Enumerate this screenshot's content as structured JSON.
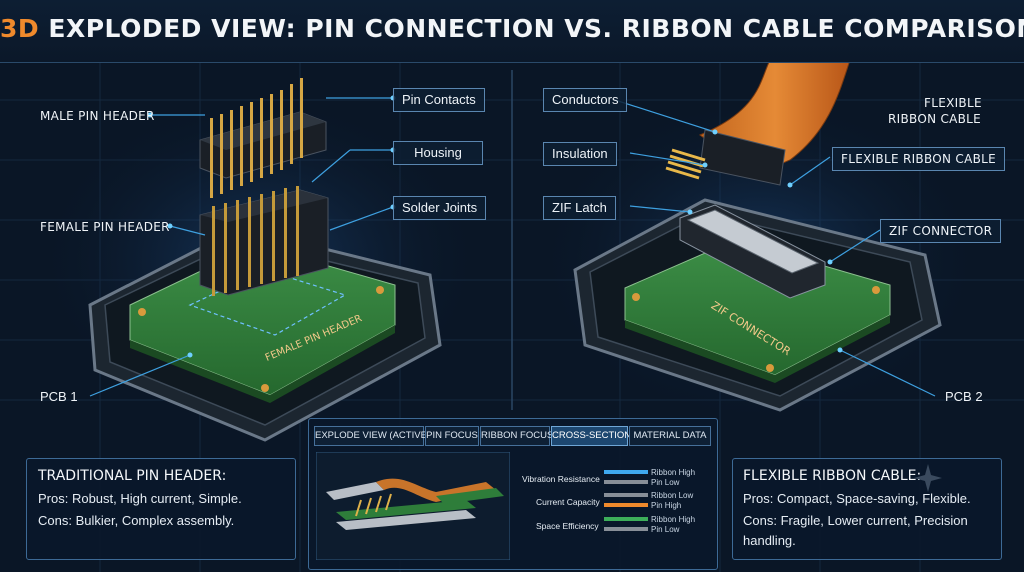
{
  "title": {
    "accent": "3D",
    "main": " EXPLODED VIEW: PIN CONNECTION VS. RIBBON CABLE COMPARISON"
  },
  "colors": {
    "accent": "#f08a2c",
    "pcb": "#2f7d3a",
    "line": "#3ea0e0",
    "bg": "#0a1626"
  },
  "left": {
    "labels": {
      "male_header": "MALE PIN HEADER",
      "female_header": "FEMALE PIN HEADER",
      "pcb": "PCB 1",
      "pin_contacts": "Pin Contacts",
      "housing": "Housing",
      "solder_joints": "Solder Joints"
    },
    "board_text": "FEMALE PIN HEADER",
    "board_ref": "PCB 1"
  },
  "right": {
    "labels": {
      "conductors": "Conductors",
      "insulation": "Insulation",
      "zif_latch": "ZIF Latch",
      "flex_title_line1": "FLEXIBLE",
      "flex_title_line2": "RIBBON CABLE",
      "flex_box": "FLEXIBLE RIBBON CABLE",
      "zif_connector": "ZIF CONNECTOR",
      "pcb": "PCB 2"
    },
    "board_text": "ZIF CONNECTOR",
    "board_ref": "PCB 2"
  },
  "tabs": [
    {
      "label": "EXPLODE VIEW (ACTIVE)",
      "active": false
    },
    {
      "label": "PIN FOCUS",
      "active": false
    },
    {
      "label": "RIBBON FOCUS",
      "active": false
    },
    {
      "label": "CROSS-SECTION",
      "active": true
    },
    {
      "label": "MATERIAL DATA",
      "active": false
    }
  ],
  "comparison": {
    "rows": [
      {
        "label": "Vibration Resistance",
        "key1": "Ribbon High",
        "key2": "Pin Low"
      },
      {
        "label": "Current Capacity",
        "key1": "Ribbon Low",
        "key2": "Pin High"
      },
      {
        "label": "Space Efficiency",
        "key1": "Ribbon High",
        "key2": "Pin Low"
      }
    ]
  },
  "traditional": {
    "title": "TRADITIONAL PIN HEADER:",
    "pros": "Pros: Robust, High current, Simple.",
    "cons": "Cons: Bulkier, Complex assembly."
  },
  "flexible": {
    "title": "FLEXIBLE RIBBON CABLE:",
    "pros": "Pros: Compact, Space-saving, Flexible.",
    "cons": "Cons: Fragile, Lower current, Precision handling."
  }
}
